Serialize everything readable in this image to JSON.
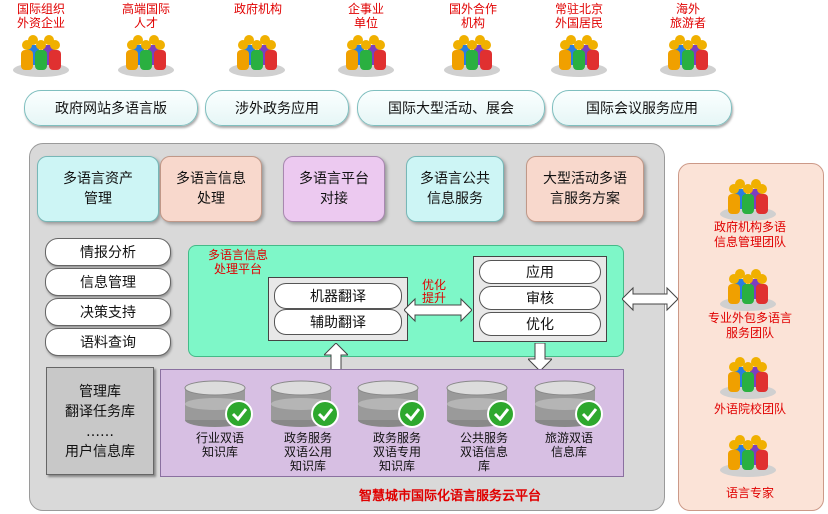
{
  "users": [
    {
      "line1": "国际组织",
      "line2": "外资企业"
    },
    {
      "line1": "高端国际",
      "line2": "人才"
    },
    {
      "line1": "",
      "line2": "政府机构"
    },
    {
      "line1": "企事业",
      "line2": "单位"
    },
    {
      "line1": "国外合作",
      "line2": "机构"
    },
    {
      "line1": "常驻北京",
      "line2": "外国居民"
    },
    {
      "line1": "海外",
      "line2": "旅游者"
    }
  ],
  "apps": [
    "政府网站多语言版",
    "涉外政务应用",
    "国际大型活动、展会",
    "国际会议服务应用"
  ],
  "top_services": [
    {
      "line1": "多语言资产",
      "line2": "管理",
      "color": "#cdf5f5"
    },
    {
      "line1": "多语言信息",
      "line2": "处理",
      "color": "#f8d8cc"
    },
    {
      "line1": "多语言平台",
      "line2": "对接",
      "color": "#ecc9f0"
    },
    {
      "line1": "多语言公共",
      "line2": "信息服务",
      "color": "#cdf5f5"
    },
    {
      "line1": "大型活动多语",
      "line2": "言服务方案",
      "color": "#f8d8cc"
    }
  ],
  "side_items": [
    "情报分析",
    "信息管理",
    "决策支持",
    "语料查询"
  ],
  "mlp": {
    "title1": "多语言信息",
    "title2": "处理平台",
    "left": [
      "机器翻译",
      "辅助翻译"
    ],
    "arrow1": "优化",
    "arrow2": "提升",
    "right": [
      "应用",
      "审核",
      "优化"
    ]
  },
  "library": {
    "l1": "管理库",
    "l2": "翻译任务库",
    "l3": "……",
    "l4": "用户信息库"
  },
  "dbs": [
    {
      "l1": "行业双语",
      "l2": "知识库",
      "l3": ""
    },
    {
      "l1": "政务服务",
      "l2": "双语公用",
      "l3": "知识库"
    },
    {
      "l1": "政务服务",
      "l2": "双语专用",
      "l3": "知识库"
    },
    {
      "l1": "公共服务",
      "l2": "双语信息",
      "l3": "库"
    },
    {
      "l1": "旅游双语",
      "l2": "信息库",
      "l3": ""
    }
  ],
  "platform_title": "智慧城市国际化语言服务云平台",
  "teams": [
    {
      "l1": "政府机构多语",
      "l2": "信息管理团队"
    },
    {
      "l1": "专业外包多语言",
      "l2": "服务团队"
    },
    {
      "l1": "外语院校团队",
      "l2": ""
    },
    {
      "l1": "语言专家",
      "l2": ""
    }
  ]
}
